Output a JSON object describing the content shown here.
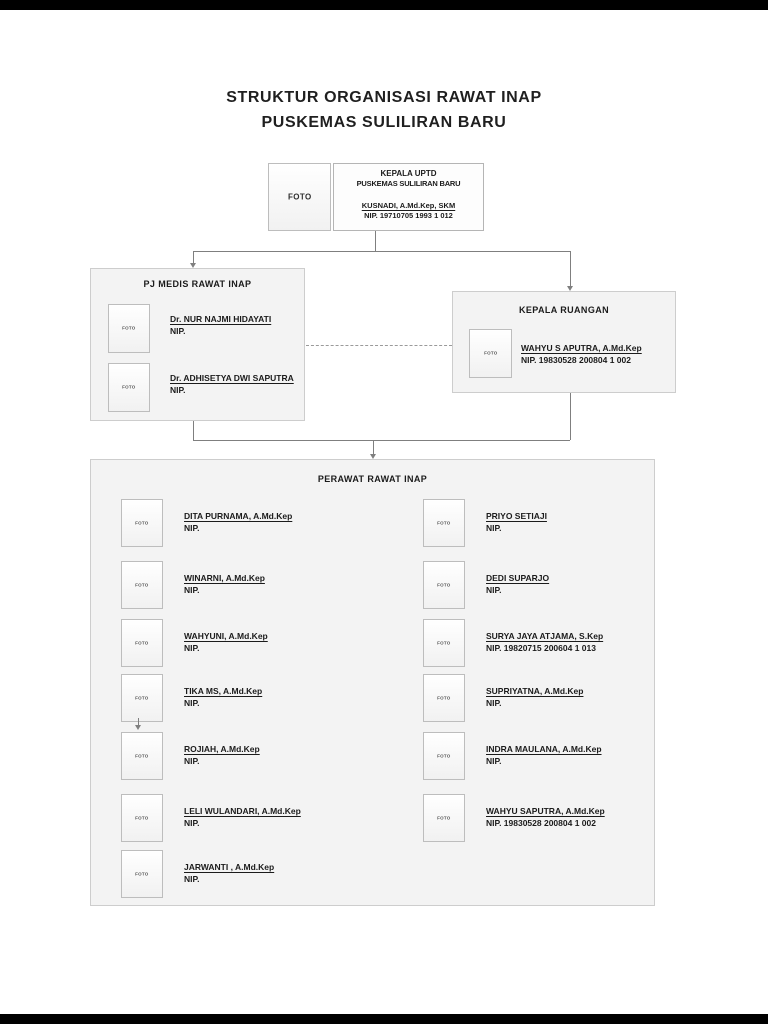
{
  "colors": {
    "bar": "#000000",
    "text": "#1b1b1b",
    "panel-fill": "#f3f3f3",
    "panel-border": "#cdcdcd",
    "connector": "#7f7f7f"
  },
  "header": {
    "title_line1": "STRUKTUR ORGANISASI RAWAT INAP",
    "title_line2": "PUSKEMAS SULILIRAN BARU"
  },
  "foto_label": "FOTO",
  "kepala_uptd": {
    "org_line1": "KEPALA UPTD",
    "org_line2": "PUSKEMAS SULILIRAN BARU",
    "name": "KUSNADI, A.Md.Kep, SKM",
    "nip": "NIP. 19710705 1993 1 012"
  },
  "pj_medis": {
    "title": "PJ MEDIS RAWAT INAP",
    "members": [
      {
        "name": "Dr. NUR NAJMI HIDAYATI",
        "nip": "NIP."
      },
      {
        "name": "Dr. ADHISETYA DWI SAPUTRA",
        "nip": "NIP."
      }
    ]
  },
  "kepala_ruangan": {
    "title": "KEPALA RUANGAN",
    "name": "WAHYU S APUTRA, A.Md.Kep",
    "nip": "NIP. 19830528 200804 1 002"
  },
  "perawat": {
    "title": "PERAWAT RAWAT INAP",
    "left": [
      {
        "name": "DITA PURNAMA, A.Md.Kep",
        "nip": "NIP."
      },
      {
        "name": "WINARNI, A.Md.Kep",
        "nip": "NIP."
      },
      {
        "name": "WAHYUNI,  A.Md.Kep",
        "nip": "NIP."
      },
      {
        "name": "TIKA MS, A.Md.Kep",
        "nip": "NIP."
      },
      {
        "name": "ROJIAH, A.Md.Kep",
        "nip": "NIP."
      },
      {
        "name": "LELI WULANDARI, A.Md.Kep",
        "nip": "NIP."
      },
      {
        "name": "JARWANTI , A.Md.Kep",
        "nip": "NIP."
      }
    ],
    "right": [
      {
        "name": "PRIYO SETIAJI",
        "nip": "NIP."
      },
      {
        "name": "DEDI SUPARJO",
        "nip": "NIP."
      },
      {
        "name": "SURYA JAYA ATJAMA, S.Kep",
        "nip": "NIP. 19820715 200604 1 013"
      },
      {
        "name": "SUPRIYATNA, A.Md.Kep",
        "nip": "NIP."
      },
      {
        "name": "INDRA MAULANA, A.Md.Kep",
        "nip": "NIP."
      },
      {
        "name": "WAHYU SAPUTRA, A.Md.Kep",
        "nip": "NIP. 19830528 200804 1 002"
      }
    ]
  }
}
